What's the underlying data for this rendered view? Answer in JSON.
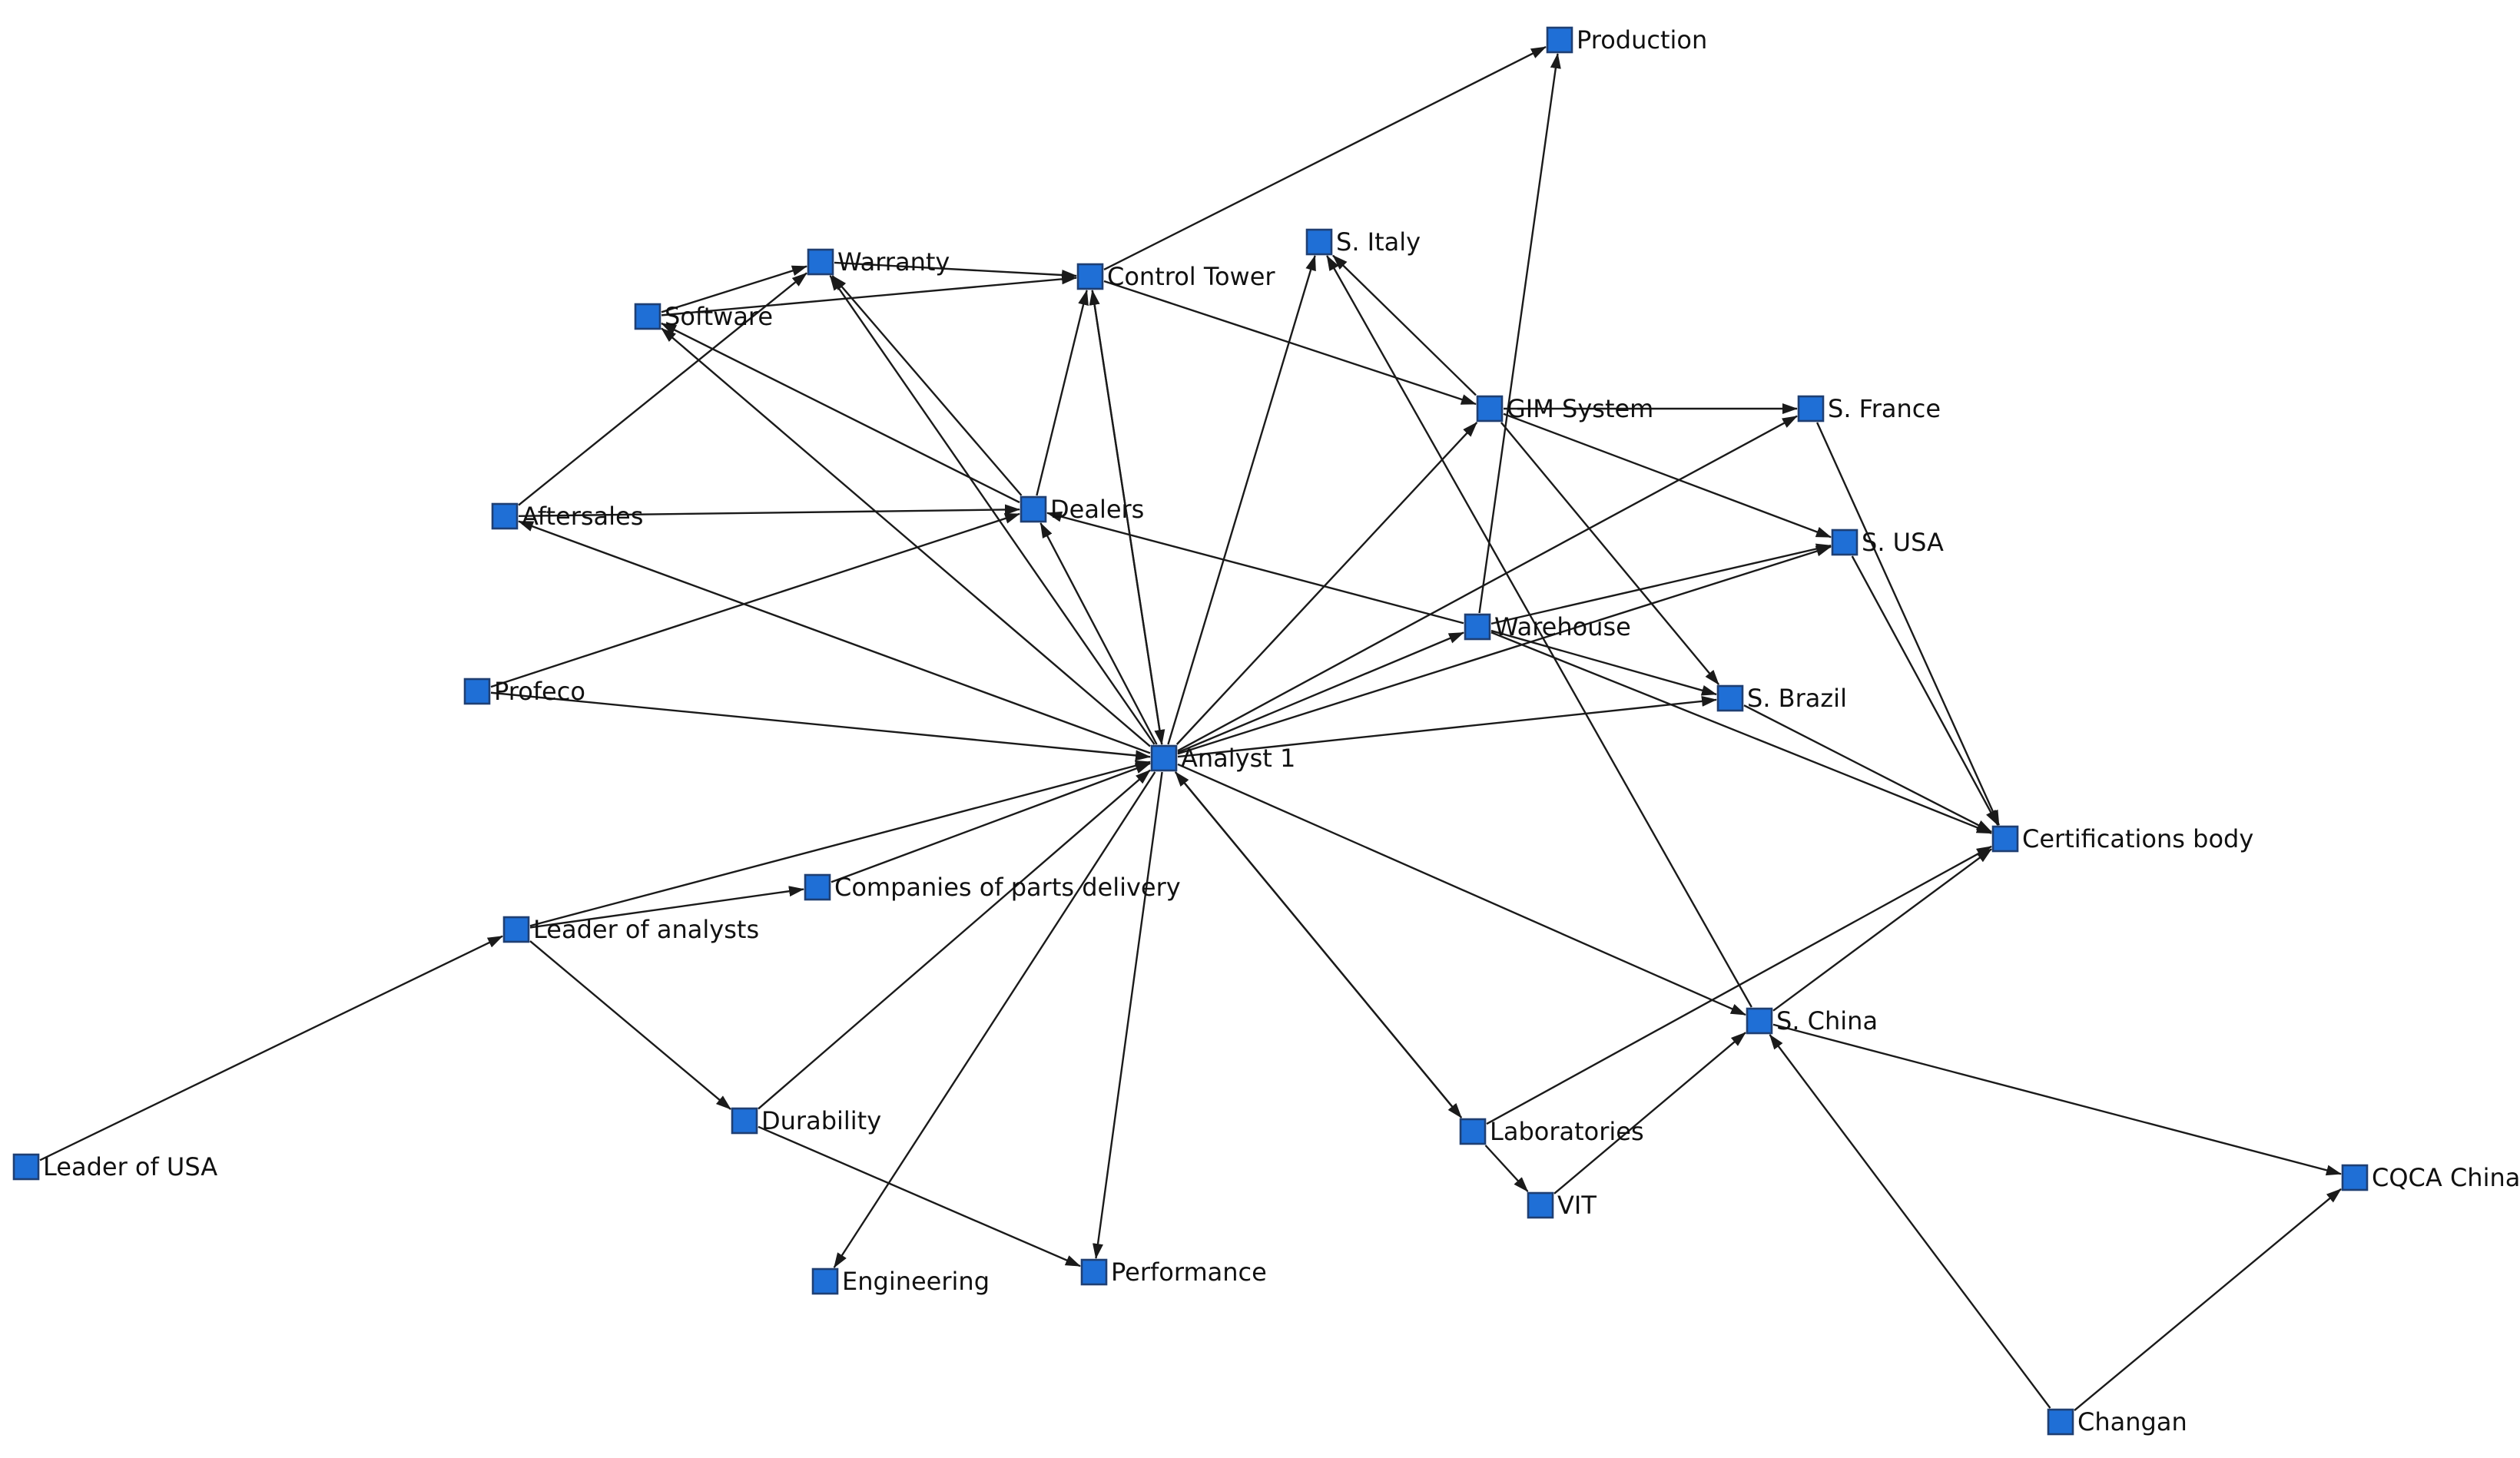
{
  "style": {
    "node_fill": "#1f6fd6",
    "node_border": "#1f3f73",
    "edge_color": "#1a1a1a",
    "label_color": "#111111",
    "background": "#ffffff"
  },
  "nodes": [
    {
      "id": "production",
      "label": "Production"
    },
    {
      "id": "s-italy",
      "label": "S. Italy"
    },
    {
      "id": "warranty",
      "label": "Warranty"
    },
    {
      "id": "control-tower",
      "label": "Control Tower"
    },
    {
      "id": "software",
      "label": "Software"
    },
    {
      "id": "gim-system",
      "label": "GIM System"
    },
    {
      "id": "s-france",
      "label": "S. France"
    },
    {
      "id": "aftersales",
      "label": "Aftersales"
    },
    {
      "id": "dealers",
      "label": "Dealers"
    },
    {
      "id": "s-usa",
      "label": "S. USA"
    },
    {
      "id": "warehouse",
      "label": "Warehouse"
    },
    {
      "id": "profeco",
      "label": "Profeco"
    },
    {
      "id": "s-brazil",
      "label": "S. Brazil"
    },
    {
      "id": "analyst-1",
      "label": "Analyst 1"
    },
    {
      "id": "certifications-body",
      "label": "Certifications body"
    },
    {
      "id": "companies-of-parts-delivery",
      "label": "Companies of parts delivery"
    },
    {
      "id": "leader-of-analysts",
      "label": "Leader of analysts"
    },
    {
      "id": "s-china",
      "label": "S. China"
    },
    {
      "id": "durability",
      "label": "Durability"
    },
    {
      "id": "laboratories",
      "label": "Laboratories"
    },
    {
      "id": "leader-of-usa",
      "label": "Leader of USA"
    },
    {
      "id": "cqca-china",
      "label": "CQCA China"
    },
    {
      "id": "vit",
      "label": "VIT"
    },
    {
      "id": "performance",
      "label": "Performance"
    },
    {
      "id": "engineering",
      "label": "Engineering"
    },
    {
      "id": "changan",
      "label": "Changan"
    }
  ],
  "edges": [
    {
      "from": "control-tower",
      "to": "production"
    },
    {
      "from": "warehouse",
      "to": "production"
    },
    {
      "from": "warranty",
      "to": "control-tower"
    },
    {
      "from": "software",
      "to": "control-tower"
    },
    {
      "from": "software",
      "to": "warranty"
    },
    {
      "from": "aftersales",
      "to": "warranty"
    },
    {
      "from": "aftersales",
      "to": "dealers"
    },
    {
      "from": "dealers",
      "to": "control-tower"
    },
    {
      "from": "dealers",
      "to": "software"
    },
    {
      "from": "dealers",
      "to": "warranty"
    },
    {
      "from": "control-tower",
      "to": "gim-system"
    },
    {
      "from": "gim-system",
      "to": "s-italy"
    },
    {
      "from": "gim-system",
      "to": "s-france"
    },
    {
      "from": "gim-system",
      "to": "s-usa"
    },
    {
      "from": "gim-system",
      "to": "s-brazil"
    },
    {
      "from": "warehouse",
      "to": "dealers"
    },
    {
      "from": "warehouse",
      "to": "s-usa"
    },
    {
      "from": "warehouse",
      "to": "s-brazil"
    },
    {
      "from": "warehouse",
      "to": "certifications-body"
    },
    {
      "from": "s-china",
      "to": "s-italy"
    },
    {
      "from": "s-france",
      "to": "certifications-body"
    },
    {
      "from": "s-usa",
      "to": "certifications-body"
    },
    {
      "from": "s-brazil",
      "to": "certifications-body"
    },
    {
      "from": "s-china",
      "to": "certifications-body"
    },
    {
      "from": "laboratories",
      "to": "certifications-body"
    },
    {
      "from": "profeco",
      "to": "dealers"
    },
    {
      "from": "analyst-1",
      "to": "control-tower"
    },
    {
      "from": "analyst-1",
      "to": "warranty"
    },
    {
      "from": "analyst-1",
      "to": "software"
    },
    {
      "from": "analyst-1",
      "to": "aftersales"
    },
    {
      "from": "analyst-1",
      "to": "dealers"
    },
    {
      "from": "analyst-1",
      "to": "s-italy"
    },
    {
      "from": "analyst-1",
      "to": "gim-system"
    },
    {
      "from": "analyst-1",
      "to": "s-france"
    },
    {
      "from": "analyst-1",
      "to": "s-usa"
    },
    {
      "from": "analyst-1",
      "to": "warehouse"
    },
    {
      "from": "analyst-1",
      "to": "s-brazil"
    },
    {
      "from": "analyst-1",
      "to": "s-china"
    },
    {
      "from": "analyst-1",
      "to": "laboratories"
    },
    {
      "from": "laboratories",
      "to": "analyst-1"
    },
    {
      "from": "analyst-1",
      "to": "performance"
    },
    {
      "from": "analyst-1",
      "to": "engineering"
    },
    {
      "from": "control-tower",
      "to": "analyst-1"
    },
    {
      "from": "profeco",
      "to": "analyst-1"
    },
    {
      "from": "companies-of-parts-delivery",
      "to": "analyst-1"
    },
    {
      "from": "leader-of-analysts",
      "to": "analyst-1"
    },
    {
      "from": "durability",
      "to": "analyst-1"
    },
    {
      "from": "leader-of-analysts",
      "to": "companies-of-parts-delivery"
    },
    {
      "from": "leader-of-analysts",
      "to": "durability"
    },
    {
      "from": "leader-of-usa",
      "to": "leader-of-analysts"
    },
    {
      "from": "durability",
      "to": "performance"
    },
    {
      "from": "laboratories",
      "to": "vit"
    },
    {
      "from": "vit",
      "to": "s-china"
    },
    {
      "from": "s-china",
      "to": "cqca-china"
    },
    {
      "from": "changan",
      "to": "s-china"
    },
    {
      "from": "changan",
      "to": "cqca-china"
    }
  ]
}
